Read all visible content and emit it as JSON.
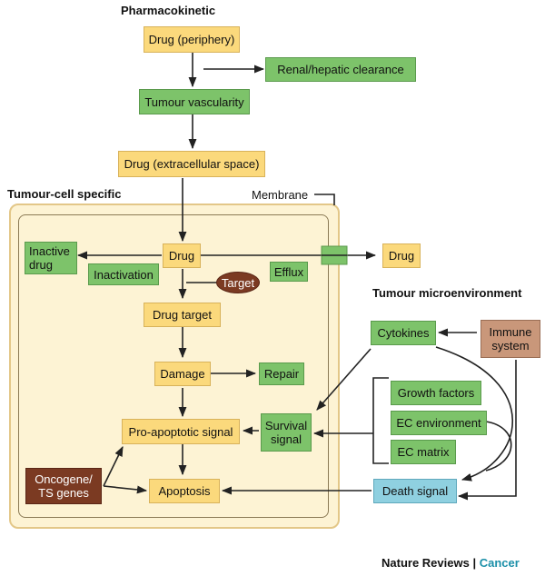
{
  "headings": {
    "pharmacokinetic": "Pharmacokinetic",
    "tumour_cell": "Tumour-cell specific",
    "microenvironment": "Tumour microenvironment",
    "membrane": "Membrane"
  },
  "nodes": {
    "drug_periphery": "Drug (periphery)",
    "clearance": "Renal/hepatic clearance",
    "vascularity": "Tumour vascularity",
    "drug_extracellular": "Drug (extracellular space)",
    "drug_inside": "Drug",
    "drug_outside": "Drug",
    "inactive_drug": "Inactive drug",
    "inactivation": "Inactivation",
    "target": "Target",
    "efflux": "Efflux",
    "drug_target": "Drug target",
    "damage": "Damage",
    "repair": "Repair",
    "pro_apoptotic": "Pro-apoptotic signal",
    "survival_signal": "Survival signal",
    "apoptosis": "Apoptosis",
    "oncogene": "Oncogene/ TS genes",
    "cytokines": "Cytokines",
    "immune_system": "Immune system",
    "growth_factors": "Growth factors",
    "ec_environment": "EC environment",
    "ec_matrix": "EC matrix",
    "death_signal": "Death signal"
  },
  "credit": {
    "journal": "Nature Reviews",
    "separator": " | ",
    "section": "Cancer"
  },
  "colors": {
    "drug_box": "#fbd97c",
    "process_box": "#7dc36a",
    "death_signal": "#8fd0e0",
    "immune_system": "#c9977a",
    "gene_box": "#7b3a22",
    "cell_fill": "#fdf3d4",
    "credit_accent": "#1b8fa8"
  }
}
